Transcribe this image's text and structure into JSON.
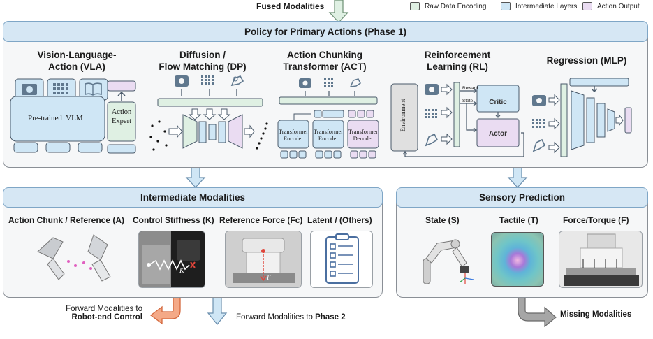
{
  "header": {
    "fused": "Fused Modalities"
  },
  "legend": [
    {
      "label": "Raw Data Encoding",
      "color": "#dff0e3"
    },
    {
      "label": "Intermediate Layers",
      "color": "#cfe6f5"
    },
    {
      "label": "Action Output",
      "color": "#eadcf2"
    }
  ],
  "policy": {
    "banner": "Policy for Primary Actions (Phase 1)",
    "vla": {
      "title_1": "Vision-Language-",
      "title_2": "Action (VLA)",
      "vlm": "Pre-trained  VLM",
      "expert_1": "Action",
      "expert_2": "Expert"
    },
    "dp": {
      "title_1": "Diffusion /",
      "title_2": "Flow Matching (DP)"
    },
    "act": {
      "title_1": "Action Chunking",
      "title_2": "Transformer (ACT)",
      "enc1_1": "Transformer",
      "enc1_2": "Encoder",
      "enc2_1": "Transformer",
      "enc2_2": "Encoder",
      "dec_1": "Transformer",
      "dec_2": "Decoder"
    },
    "rl": {
      "title_1": "Reinforcement",
      "title_2": "Learning (RL)",
      "env": "Environment",
      "critic": "Critic",
      "actor": "Actor",
      "reward": "Reward",
      "state": "State"
    },
    "mlp": {
      "title": "Regression (MLP)"
    }
  },
  "intermediate": {
    "banner": "Intermediate Modalities",
    "items": [
      "Action Chunk / Reference (A)",
      "Control Stiffness (K)",
      "Reference Force (Fc)",
      "Latent / (Others)"
    ],
    "k_label": "K",
    "f_label": "F"
  },
  "sensory": {
    "banner": "Sensory Prediction",
    "items": [
      "State (S)",
      "Tactile (T)",
      "Force/Torque (F)"
    ]
  },
  "footer": {
    "robot_1": "Forward Modalities to",
    "robot_2": "Robot-end Control",
    "phase2_pre": "Forward Modalities to ",
    "phase2_bold": "Phase 2",
    "missing": "Missing Modalities"
  }
}
